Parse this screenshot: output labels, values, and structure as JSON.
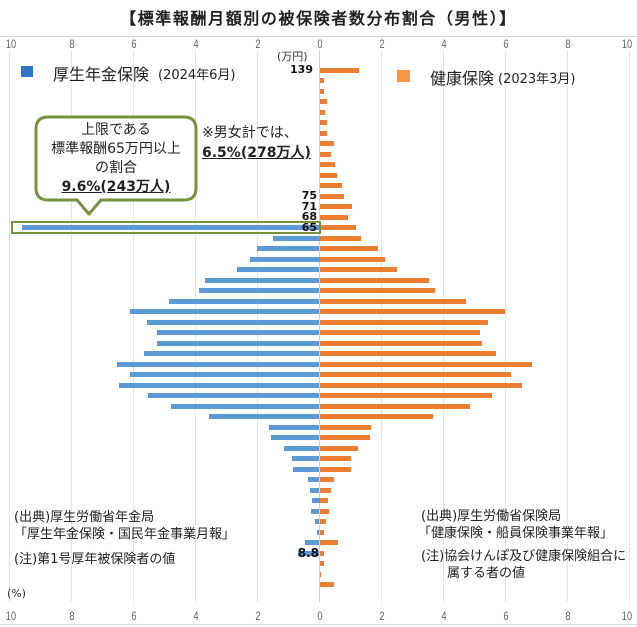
{
  "title": "【標準報酬月額別の被保険者数分布割合（男性）】",
  "axis": {
    "unit_top": "(万円)",
    "unit_bottom": "(%)",
    "ticks": [
      "10",
      "8",
      "6",
      "4",
      "2",
      "0",
      "2",
      "4",
      "6",
      "8",
      "10"
    ]
  },
  "legend": {
    "left": {
      "name": "厚生年金保険",
      "period": "(2024年6月)",
      "color": "#5B9BD5"
    },
    "right": {
      "name": "健康保険",
      "period": "(2023年3月)",
      "color": "#ED7D31"
    }
  },
  "callout": {
    "line1": "上限である",
    "line2": "標準報酬65万円以上",
    "line3": "の割合",
    "value": "9.6%(243万人)",
    "color": "#76923C"
  },
  "note": {
    "line1": "※男女計では、",
    "value": "6.5%(278万人)"
  },
  "sources": {
    "left": {
      "line1": "(出典)厚生労働省年金局",
      "line2": "「厚生年金保険・国民年金事業月報」",
      "line3": "(注)第1号厚年被保険者の値"
    },
    "right": {
      "line1": "(出典)厚生労働省保険局",
      "line2": "「健康保険・船員保険事業年報」",
      "line3": "(注)協会けんぽ及び健康保険組合に",
      "line4": "属する者の値"
    }
  },
  "chart_data": {
    "type": "bar",
    "orientation": "horizontal-butterfly",
    "title": "【標準報酬月額別の被保険者数分布割合（男性）】",
    "xlabel": "(%)",
    "ylabel": "(万円)",
    "xlim": [
      -10,
      10
    ],
    "x_ticks": [
      10,
      8,
      6,
      4,
      2,
      0,
      2,
      4,
      6,
      8,
      10
    ],
    "grid": true,
    "row_labels": [
      "139",
      "",
      "",
      "",
      "",
      "",
      "",
      "",
      "",
      "",
      "",
      "",
      "75",
      "71",
      "68",
      "65",
      "",
      "",
      "",
      "",
      "",
      "",
      "",
      "",
      "",
      "",
      "",
      "",
      "",
      "",
      "",
      "",
      "",
      "",
      "",
      "",
      "",
      "",
      "",
      "",
      "",
      "",
      "",
      "",
      "",
      "",
      "8.8",
      "",
      "",
      ""
    ],
    "series": [
      {
        "name": "厚生年金保険(2024年6月)",
        "side": "left",
        "color": "#5B9BD5",
        "values": [
          null,
          null,
          null,
          null,
          null,
          null,
          null,
          null,
          null,
          null,
          null,
          null,
          null,
          null,
          null,
          9.6,
          1.5,
          2.03,
          2.25,
          2.66,
          3.69,
          3.88,
          4.85,
          6.1,
          5.55,
          5.24,
          5.24,
          5.66,
          6.53,
          6.1,
          6.46,
          5.53,
          4.79,
          3.56,
          1.64,
          1.55,
          1.13,
          0.9,
          0.84,
          0.38,
          0.31,
          0.25,
          0.26,
          0.14,
          0.09,
          0.47,
          0.68,
          null,
          null,
          null
        ]
      },
      {
        "name": "健康保険(2023年3月)",
        "side": "right",
        "color": "#ED7D31",
        "values": [
          1.28,
          0.16,
          0.15,
          0.23,
          0.17,
          0.25,
          0.25,
          0.47,
          0.37,
          0.51,
          0.56,
          0.73,
          0.8,
          1.04,
          0.93,
          1.18,
          1.33,
          1.88,
          2.1,
          2.5,
          3.52,
          3.74,
          4.73,
          5.98,
          5.45,
          5.17,
          5.24,
          5.68,
          6.86,
          6.17,
          6.53,
          5.57,
          4.87,
          3.66,
          1.67,
          1.62,
          1.24,
          1.02,
          1.03,
          0.47,
          0.37,
          0.28,
          0.31,
          0.2,
          0.13,
          0.61,
          0.15,
          0.14,
          0.04,
          0.46
        ]
      }
    ],
    "annotations": [
      "上限である標準報酬65万円以上の割合 9.6%(243万人)",
      "※男女計では、6.5%(278万人)"
    ]
  }
}
